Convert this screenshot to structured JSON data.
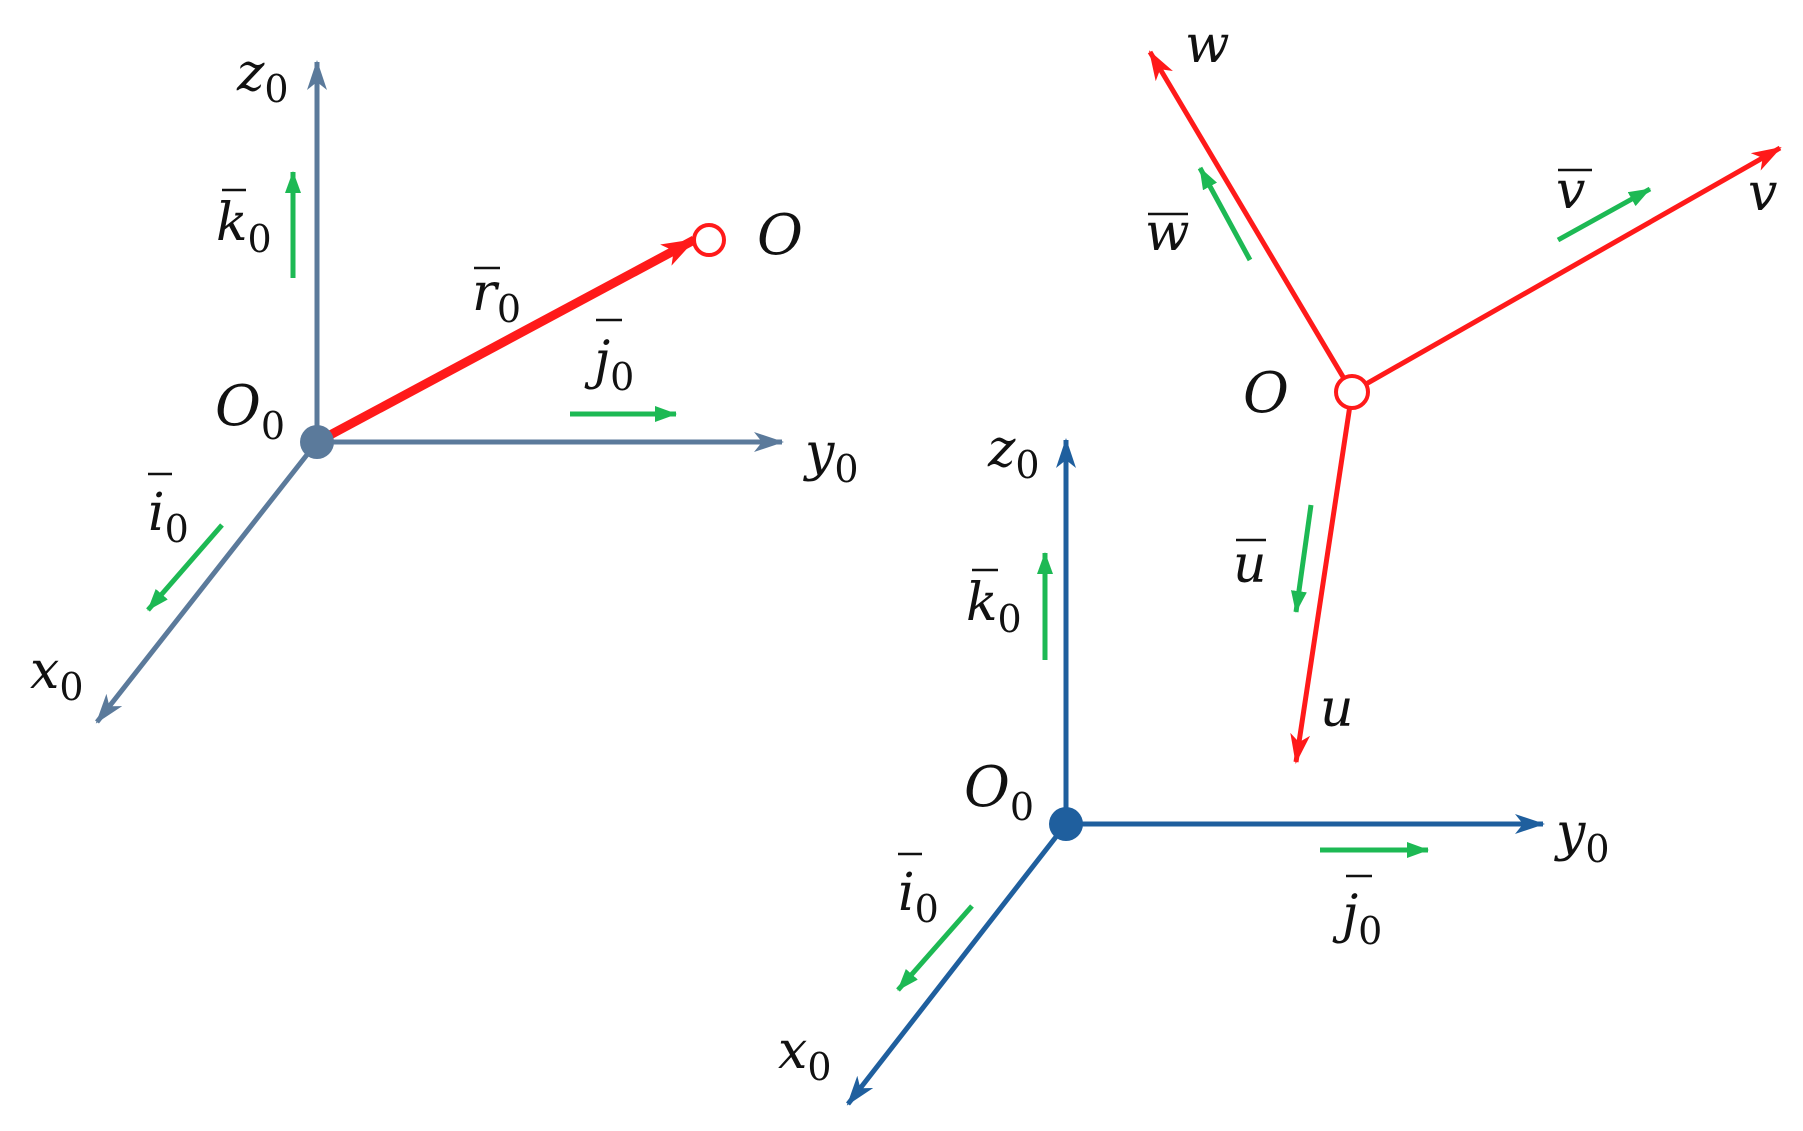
{
  "colors": {
    "frame0_left": "#5b7a9b",
    "frame0_right": "#1f5f9e",
    "moving_frame": "#ff1a1a",
    "unit_vectors": "#1db954"
  },
  "left_frame": {
    "origin": {
      "name": "O",
      "sub": "0"
    },
    "axes": {
      "z": {
        "name": "z",
        "sub": "0"
      },
      "y": {
        "name": "y",
        "sub": "0"
      },
      "x": {
        "name": "x",
        "sub": "0"
      }
    },
    "units": {
      "k": {
        "name": "k",
        "sub": "0"
      },
      "j": {
        "name": "j",
        "sub": "0"
      },
      "i": {
        "name": "i",
        "sub": "0"
      }
    },
    "radius_vector": {
      "name": "r",
      "sub": "0"
    },
    "point": {
      "name": "O"
    }
  },
  "right_frame": {
    "origin": {
      "name": "O",
      "sub": "0"
    },
    "axes": {
      "z": {
        "name": "z",
        "sub": "0"
      },
      "y": {
        "name": "y",
        "sub": "0"
      },
      "x": {
        "name": "x",
        "sub": "0"
      }
    },
    "units": {
      "k": {
        "name": "k",
        "sub": "0"
      },
      "j": {
        "name": "j",
        "sub": "0"
      },
      "i": {
        "name": "i",
        "sub": "0"
      }
    }
  },
  "moving_frame": {
    "origin": {
      "name": "O"
    },
    "axes": {
      "w": "w",
      "v": "v",
      "u": "u"
    },
    "units": {
      "w": "w",
      "v": "v",
      "u": "u"
    }
  }
}
